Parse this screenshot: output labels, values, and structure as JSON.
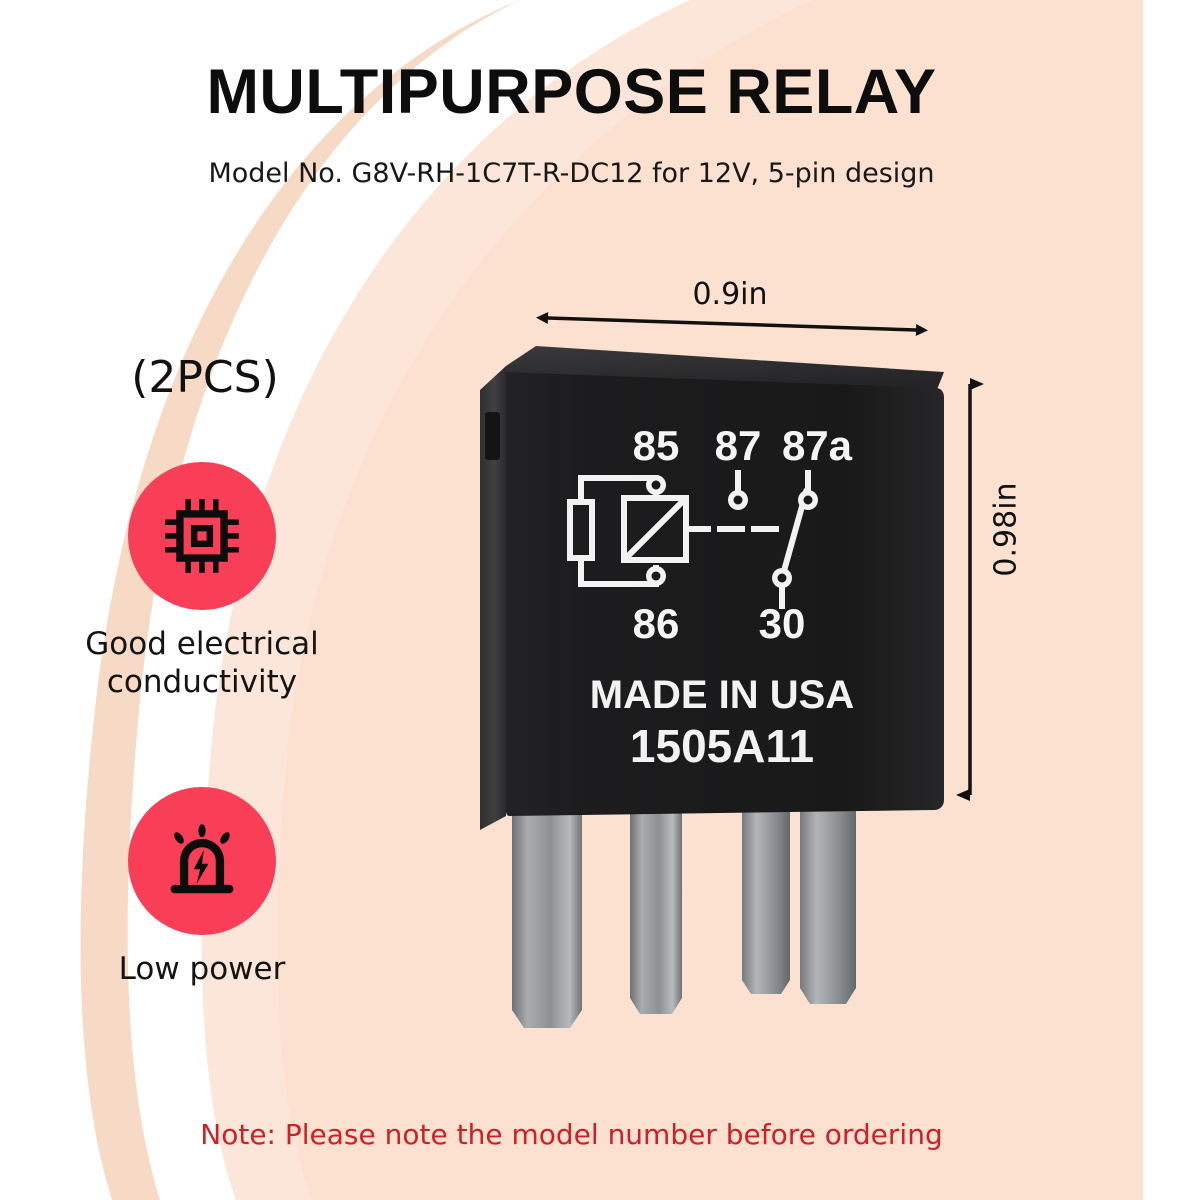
{
  "header": {
    "title": "MULTIPURPOSE RELAY",
    "subtitle": "Model No. G8V-RH-1C7T-R-DC12 for 12V, 5-pin design"
  },
  "quantity_badge": "(2PCS)",
  "features": [
    {
      "icon": "microchip-icon",
      "label": "Good electrical\nconductivity",
      "line1": "Good electrical",
      "line2": "conductivity"
    },
    {
      "icon": "siren-bolt-icon",
      "label": "Low power",
      "line1": "Low power",
      "line2": ""
    }
  ],
  "dimensions": {
    "width": "0.9in",
    "height": "0.98in"
  },
  "product": {
    "body_text_line1": "MADE  IN USA",
    "body_text_line2": "1505A11",
    "pins": {
      "top_left": "85",
      "top_middle": "87",
      "top_right": "87a",
      "bottom_left": "86",
      "bottom_right": "30"
    },
    "terminal_count": 5
  },
  "note": "Note: Please note the model number before ordering",
  "colors": {
    "background": "#fce1d0",
    "swoosh": "#ffffff",
    "accent_red": "#f93f58",
    "note_red": "#cf2026",
    "body_black": "#1d1d1f",
    "body_side": "#3a3a3c",
    "terminal_silver": "#9b9ea0",
    "title_black": "#0d0d0d"
  }
}
